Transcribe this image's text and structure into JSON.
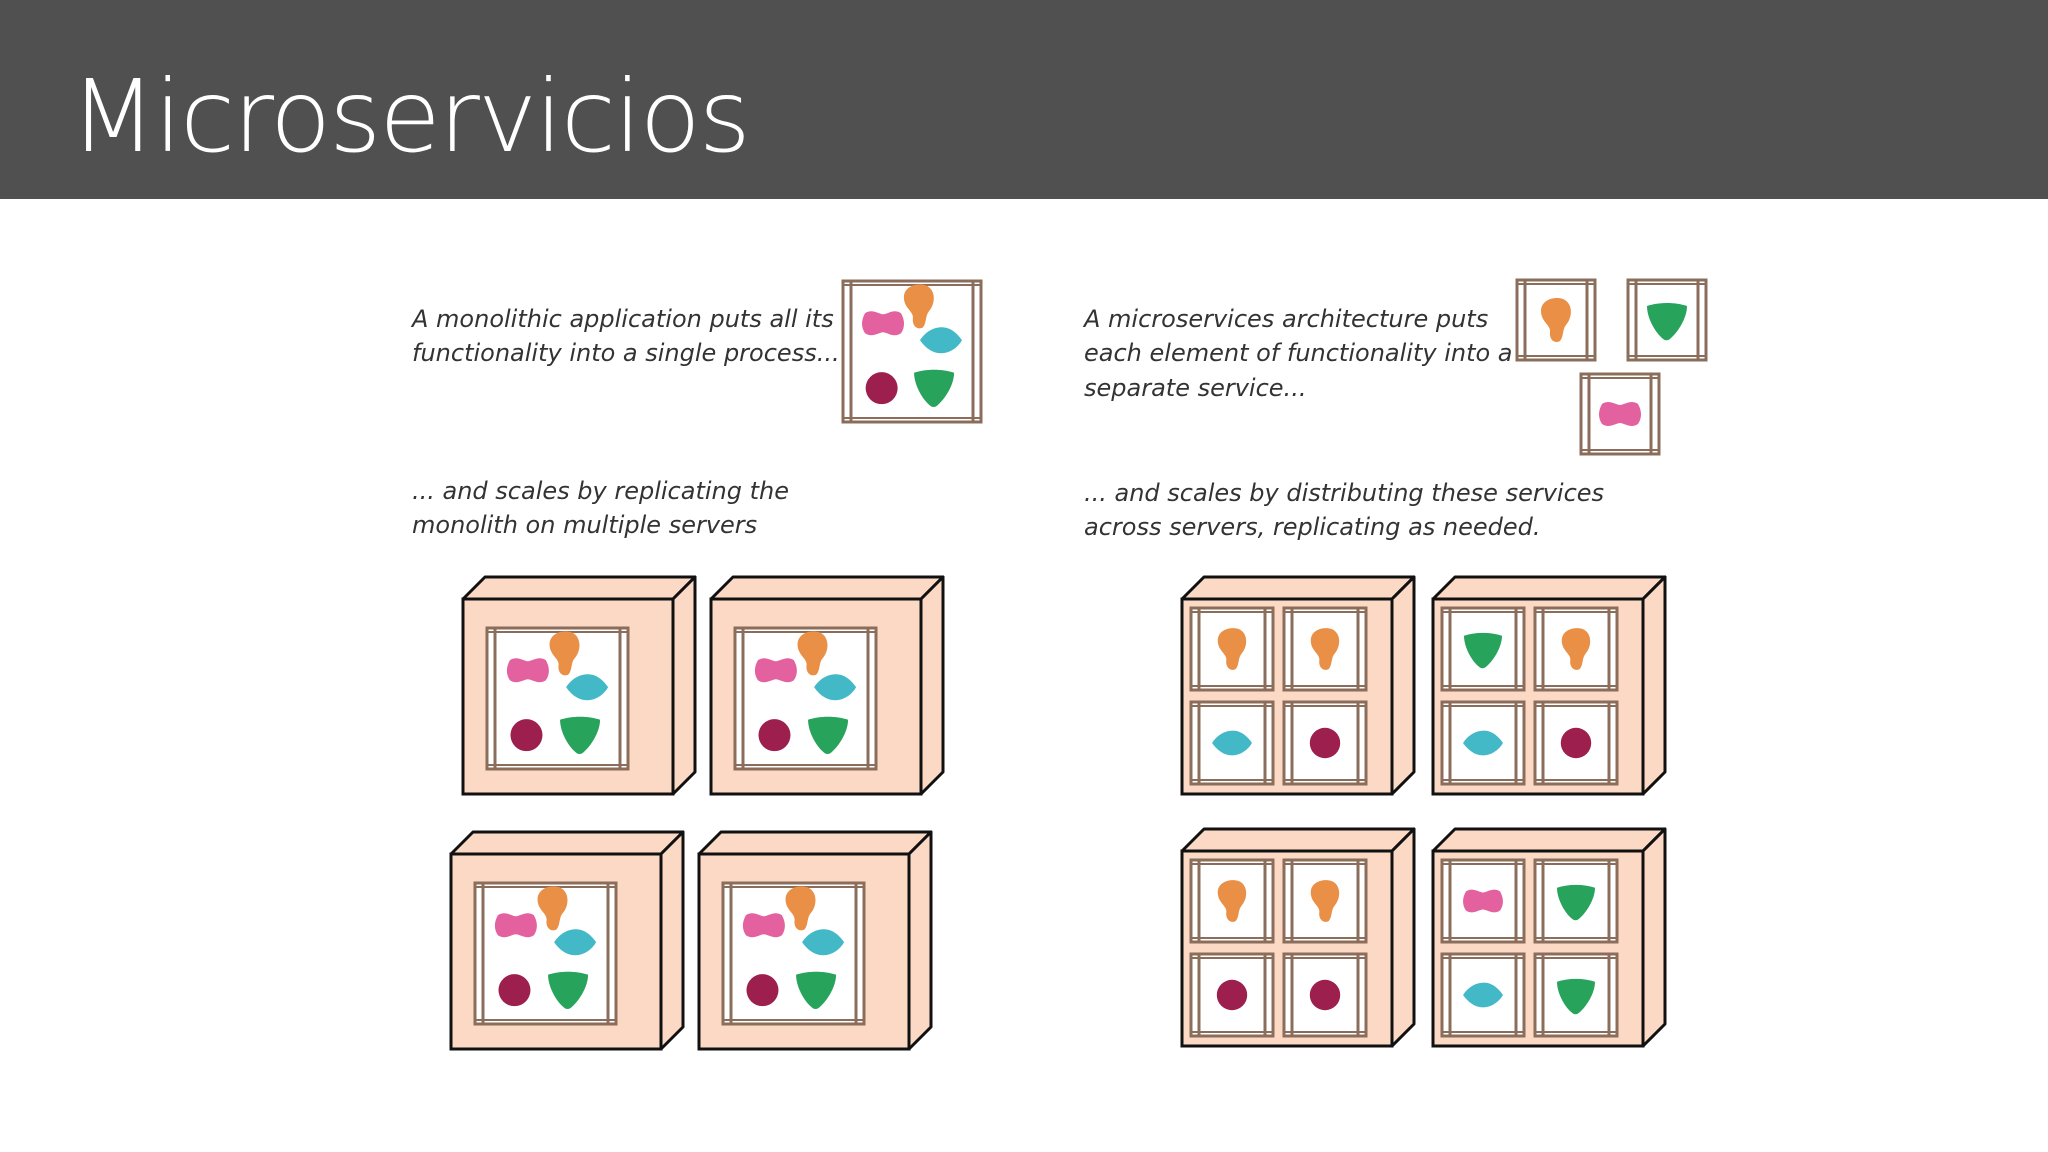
{
  "slide": {
    "title": "Microservicios"
  },
  "left": {
    "caption_top": [
      "A monolithic application puts all its",
      "functionality into a single process..."
    ],
    "caption_bottom": [
      "... and scales by replicating the",
      "monolith on multiple servers"
    ]
  },
  "right": {
    "caption_top": [
      "A microservices architecture puts",
      "each element of functionality into a",
      "separate service..."
    ],
    "caption_bottom": [
      "... and scales by distributing these services",
      "across servers, replicating as needed."
    ]
  },
  "colors": {
    "header_bg": "#505050",
    "server_fill": "#fbd9c4",
    "frame_stroke": "#8b6d5c",
    "shape_pink": "#e4619f",
    "shape_orange": "#ea9046",
    "shape_teal": "#43b8c7",
    "shape_maroon": "#9c1f4e",
    "shape_green": "#27a35c"
  },
  "servers": {
    "monolith_count": 4,
    "microservice_servers": [
      [
        "orange",
        "orange",
        "teal",
        "maroon"
      ],
      [
        "green",
        "orange",
        "teal",
        "maroon"
      ],
      [
        "orange",
        "orange",
        "maroon",
        "maroon"
      ],
      [
        "pink",
        "green",
        "teal",
        "green"
      ]
    ],
    "standalone_services": [
      "orange",
      "green",
      "pink"
    ]
  }
}
